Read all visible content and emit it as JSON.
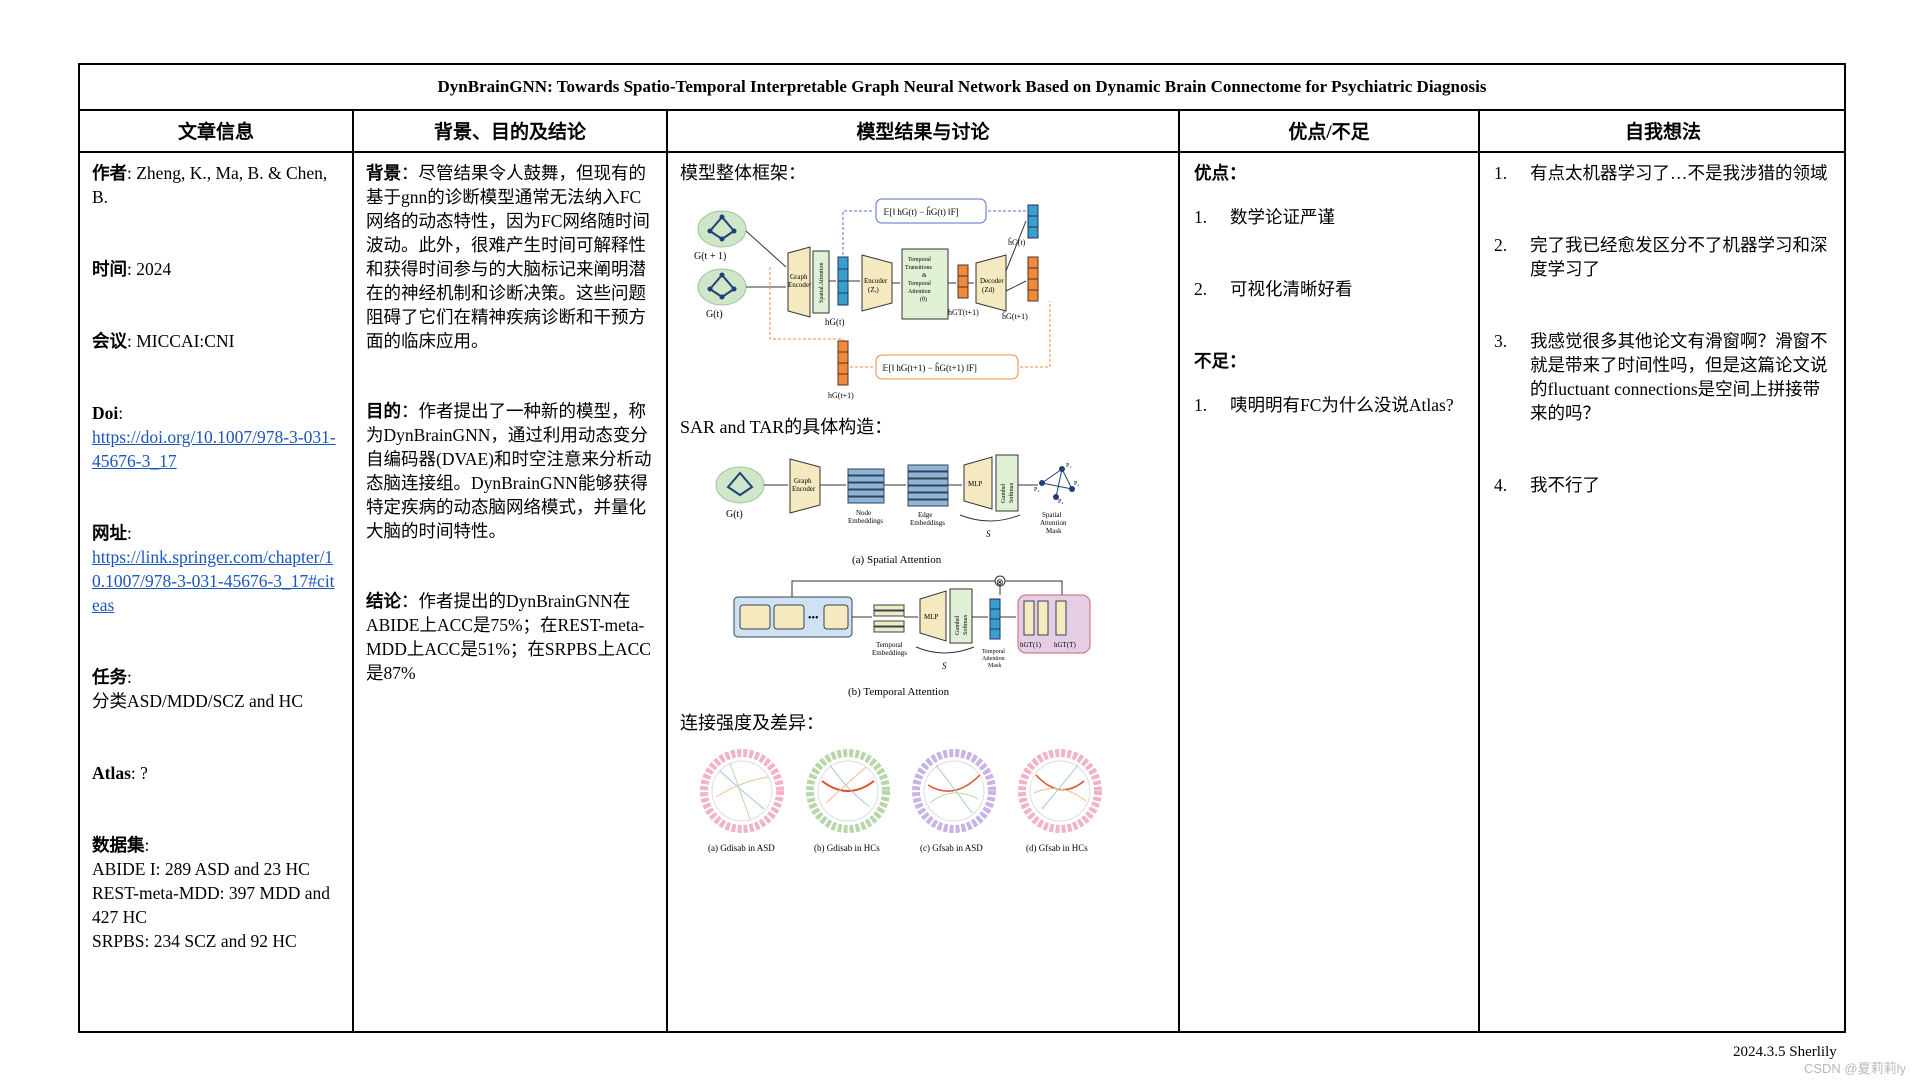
{
  "title": "DynBrainGNN: Towards Spatio-Temporal Interpretable Graph Neural Network Based on Dynamic Brain Connectome for Psychiatric Diagnosis",
  "headers": [
    "文章信息",
    "背景、目的及结论",
    "模型结果与讨论",
    "优点/不足",
    "自我想法"
  ],
  "info": {
    "author_label": "作者",
    "author": ": Zheng, K., Ma, B. & Chen, B.",
    "time_label": "时间",
    "time": ": 2024",
    "conf_label": "会议",
    "conf": ": MICCAI:CNI",
    "doi_label": "Doi",
    "doi_colon": ":",
    "doi": "https://doi.org/10.1007/978-3-031-45676-3_17",
    "url_label": "网址",
    "url_colon": ":",
    "url": "https://link.springer.com/chapter/10.1007/978-3-031-45676-3_17#citeas",
    "task_label": "任务",
    "task_colon": ":",
    "task": "分类ASD/MDD/SCZ and HC",
    "atlas_label": "Atlas",
    "atlas": ": ?",
    "dataset_label": "数据集",
    "dataset_colon": ":",
    "datasets": [
      "ABIDE I: 289 ASD and 23 HC",
      "REST-meta-MDD: 397 MDD and 427 HC",
      "SRPBS: 234 SCZ and 92 HC"
    ]
  },
  "background": {
    "bg_label": "背景",
    "bg_text": "：尽管结果令人鼓舞，但现有的基于gnn的诊断模型通常无法纳入FC网络的动态特性，因为FC网络随时间波动。此外，很难产生时间可解释性和获得时间参与的大脑标记来阐明潜在的神经机制和诊断决策。这些问题阻碍了它们在精神疾病诊断和干预方面的临床应用。",
    "aim_label": "目的",
    "aim_text": "：作者提出了一种新的模型，称为DynBrainGNN，通过利用动态变分自编码器(DVAE)和时空注意来分析动态脑连接组。DynBrainGNN能够获得特定疾病的动态脑网络模式，并量化大脑的时间特性。",
    "concl_label": "结论",
    "concl_text": "：作者提出的DynBrainGNN在ABIDE上ACC是75%；在REST-meta-MDD上ACC是51%；在SRPBS上ACC是87%"
  },
  "results": {
    "framework_title": "模型整体框架：",
    "sar_title": "SAR and TAR的具体构造：",
    "conn_title": "连接强度及差异：",
    "fig1": {
      "g_t1": "G(t + 1)",
      "g_t": "G(t)",
      "graph_encoder": [
        "Graph",
        "Encoder"
      ],
      "spatial_attention": "Spatial Attention",
      "h_g_t": "hG(t)",
      "encoder": [
        "Encoder",
        "(Zₑ)"
      ],
      "temporal_block": [
        "Temporal",
        "Transitions",
        "&",
        "Temporal",
        "Attention",
        "(θ)"
      ],
      "decoder": [
        "Decoder",
        "(Zd)"
      ],
      "h_gt_t1": "hGT(t+1)",
      "hhat_g_t": "ĥG(t)",
      "hhat_g_t1": "ĥG(t+1)",
      "loss_top": "𝔼[‖ hG(t) − ĥG(t) ‖F]",
      "loss_bottom": "𝔼[‖ hG(t+1) − ĥG(t+1) ‖F]",
      "h_g_t1": "hG(t+1)"
    },
    "fig2": {
      "g_t": "G(t)",
      "graph_encoder": [
        "Graph",
        "Encoder"
      ],
      "node_emb": [
        "Node",
        "Embeddings"
      ],
      "edge_emb": [
        "Edge",
        "Embeddings"
      ],
      "mlp": "MLP",
      "gumbel": [
        "Gumbel",
        "Softmax"
      ],
      "s": "S",
      "mask": [
        "Spatial",
        "Attention",
        "Mask"
      ],
      "p_labels": [
        "P₁",
        "P₂",
        "P₃",
        "P₄"
      ],
      "caption": "(a) Spatial Attention"
    },
    "fig3": {
      "temp_emb": [
        "Temporal",
        "Embeddings"
      ],
      "mlp": "MLP",
      "gumbel": [
        "Gumbel",
        "Softmax"
      ],
      "s": "S",
      "mask": [
        "Temporal",
        "Attention",
        "Mask"
      ],
      "h1": "hGT(1)",
      "hT": "hGT(T)",
      "caption": "(b) Temporal Attention"
    },
    "fig4": {
      "captions": [
        "(a) Gdisab in ASD",
        "(b) Gdisab in HCs",
        "(c) Gfsab in ASD",
        "(d) Gfsab in HCs"
      ]
    }
  },
  "pros_cons": {
    "pros_title": "优点：",
    "pros": [
      {
        "n": "1.",
        "text": "数学论证严谨"
      },
      {
        "n": "2.",
        "text": "可视化清晰好看"
      }
    ],
    "cons_title": "不足：",
    "cons": [
      {
        "n": "1.",
        "text": "咦明明有FC为什么没说Atlas?"
      }
    ]
  },
  "thoughts": [
    {
      "n": "1.",
      "text": "有点太机器学习了…不是我涉猎的领域"
    },
    {
      "n": "2.",
      "text": "完了我已经愈发区分不了机器学习和深度学习了"
    },
    {
      "n": "3.",
      "text": "我感觉很多其他论文有滑窗啊？滑窗不就是带来了时间性吗，但是这篇论文说的fluctuant connections是空间上拼接带来的吗？"
    },
    {
      "n": "4.",
      "text": "我不行了"
    }
  ],
  "footer": "2024.3.5   Sherlily",
  "watermark": "CSDN @夏莉莉ly",
  "colors": {
    "link": "#1a55c0",
    "encoder_fill": "#f5e9c0",
    "attention_fill": "#dff0d5",
    "blue_bar": "#3a9fd0",
    "orange_bar": "#f08a3c",
    "loss_blue": "#5a6fd0",
    "loss_orange": "#f08a3c"
  }
}
